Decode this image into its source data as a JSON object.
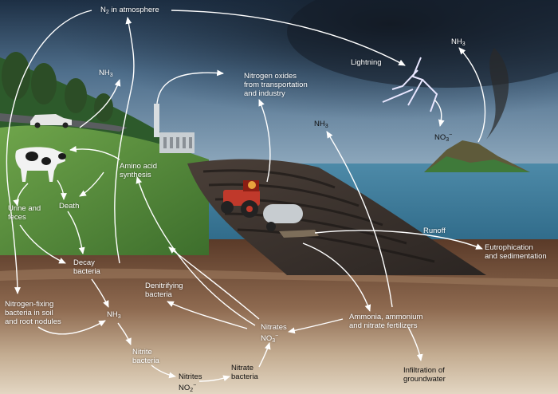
{
  "labels": {
    "n2_atmosphere": {
      "pre": "N",
      "sub": "2",
      "post": " in atmosphere"
    },
    "lightning": "Lightning",
    "nh3_volcano": {
      "pre": "NH",
      "sub": "3"
    },
    "no3_lightning": {
      "pre": "NO",
      "sub": "3",
      "sup": "−"
    },
    "nh3_upper_left": {
      "pre": "NH",
      "sub": "3"
    },
    "nitrogen_oxides": "Nitrogen oxides\nfrom transportation\nand industry",
    "nh3_middle": {
      "pre": "NH",
      "sub": "3"
    },
    "amino_acid": "Amino acid\nsynthesis",
    "urine_feces": "Urine and\nfeces",
    "death": "Death",
    "decay_bacteria": "Decay\nbacteria",
    "denitrifying_bacteria": "Denitrifying\nbacteria",
    "nitrogen_fixing": "Nitrogen-fixing\nbacteria in soil\nand root nodules",
    "nh3_soil": {
      "pre": "NH",
      "sub": "3"
    },
    "nitrite_bacteria": "Nitrite\nbacteria",
    "nitrites": {
      "line1": "Nitrites",
      "pre": "NO",
      "sub": "2",
      "sup": "−"
    },
    "nitrate_bacteria": "Nitrate\nbacteria",
    "nitrates": {
      "line1": "Nitrates",
      "pre": "NO",
      "sub": "3",
      "sup": "−"
    },
    "fertilizers": "Ammonia, ammonium\nand nitrate fertilizers",
    "runoff": "Runoff",
    "eutrophication": "Eutrophication\nand sedimentation",
    "infiltration": "Infiltration of\ngroundwater"
  },
  "icons": [
    "car-icon",
    "cow-icon",
    "factory-icon",
    "tractor-icon",
    "volcano-icon",
    "lightning-icon"
  ],
  "colors": {
    "sky_top": "#22364b",
    "sky_mid": "#6d8ea8",
    "sea": "#2e6d8c",
    "grass": "#4f8a3a",
    "field": "#3a3430",
    "soil_top": "#6e4a34",
    "soil_bottom": "#d9c8b0",
    "arrow": "#ffffff",
    "tractor": "#c0392b"
  }
}
